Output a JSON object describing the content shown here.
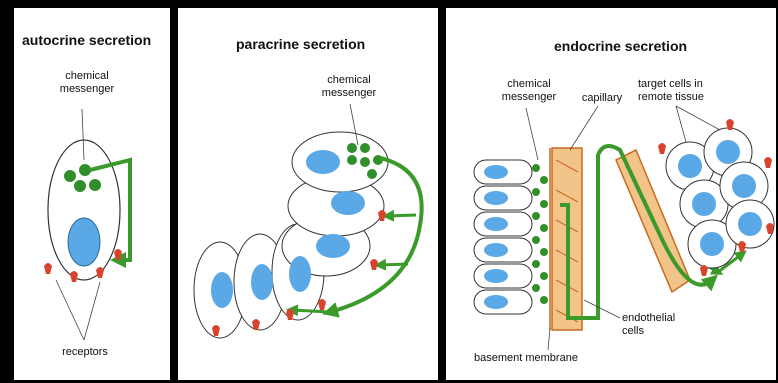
{
  "panels": {
    "autocrine": {
      "title": "autocrine secretion",
      "messenger_line1": "chemical",
      "messenger_line2": "messenger",
      "receptors": "receptors"
    },
    "paracrine": {
      "title": "paracrine secretion",
      "messenger_line1": "chemical",
      "messenger_line2": "messenger"
    },
    "endocrine": {
      "title": "endocrine secretion",
      "messenger_line1": "chemical",
      "messenger_line2": "messenger",
      "capillary": "capillary",
      "target_line1": "target cells in",
      "target_line2": "remote tissue",
      "endothelial_line1": "endothelial",
      "endothelial_line2": "cells",
      "basement": "basement membrane"
    }
  },
  "colors": {
    "arrow": "#3a9a2a",
    "granule": "#2f8f2a",
    "nucleus": "#5aa9e6",
    "receptor": "#d8432c",
    "capillary": "#f2c48a",
    "capillary_border": "#c86a1e"
  }
}
